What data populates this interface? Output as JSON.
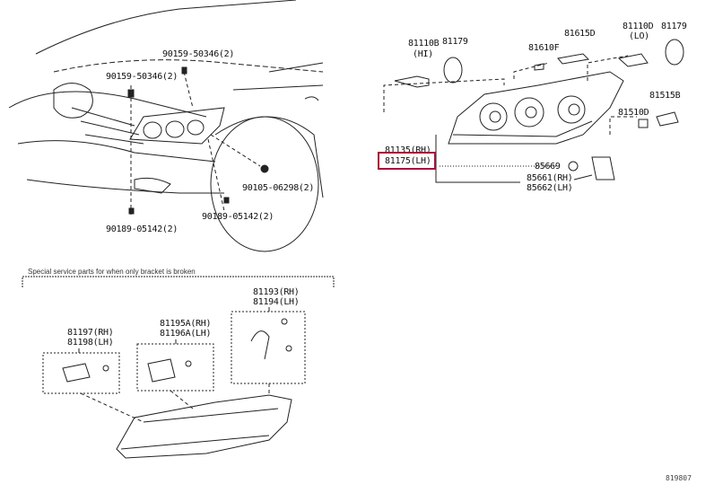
{
  "diagram": {
    "highlight_color": "#a0143c",
    "figure_code": "819807",
    "note": "Special service parts for when only bracket is broken",
    "labels": {
      "p90159_top": "90159-50346(2)",
      "p90159_left": "90159-50346(2)",
      "p90105": "90105-06298(2)",
      "p90189_right": "90189-05142(2)",
      "p90189_bottom": "90189-05142(2)",
      "p81110B": "81110B",
      "hi": "(HI)",
      "p81179_left": "81179",
      "p81610F": "81610F",
      "p81615D": "81615D",
      "p81110D": "81110D",
      "lo": "(LO)",
      "p81179_right": "81179",
      "p81515B": "81515B",
      "p81510D": "81510D",
      "p81135": "81135(RH)",
      "p81175": "81175(LH)",
      "p85669": "85669",
      "p85661": "85661(RH)",
      "p85662": "85662(LH)",
      "p81193": "81193(RH)",
      "p81194": "81194(LH)",
      "p81195A": "81195A(RH)",
      "p81196A": "81196A(LH)",
      "p81197": "81197(RH)",
      "p81198": "81198(LH)"
    }
  }
}
